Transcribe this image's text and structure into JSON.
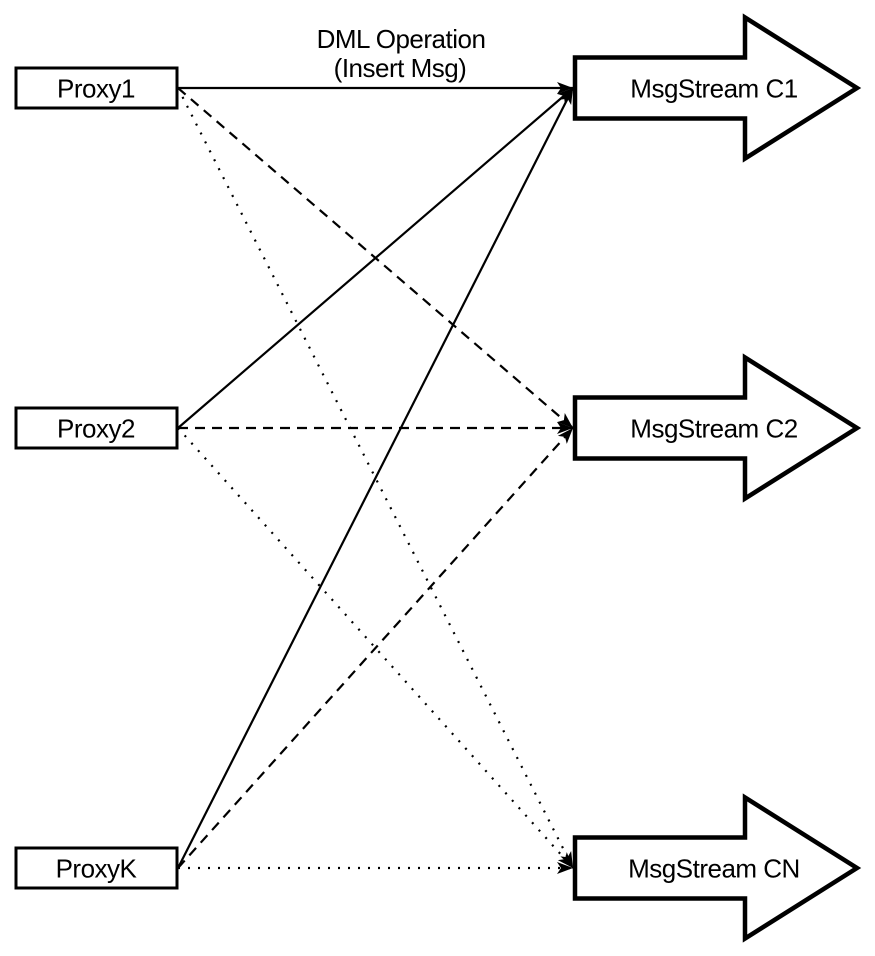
{
  "diagram": {
    "title": {
      "line1": "DML Operation",
      "line2": "(Insert Msg)"
    },
    "proxies": [
      {
        "label": "Proxy1"
      },
      {
        "label": "Proxy2"
      },
      {
        "label": "ProxyK"
      }
    ],
    "streams": [
      {
        "label": "MsgStream C1"
      },
      {
        "label": "MsgStream C2"
      },
      {
        "label": "MsgStream CN"
      }
    ],
    "edges": [
      {
        "from": "Proxy1",
        "to": "MsgStream C1",
        "style": "solid"
      },
      {
        "from": "Proxy2",
        "to": "MsgStream C1",
        "style": "solid"
      },
      {
        "from": "ProxyK",
        "to": "MsgStream C1",
        "style": "solid"
      },
      {
        "from": "Proxy1",
        "to": "MsgStream C2",
        "style": "dashed"
      },
      {
        "from": "Proxy2",
        "to": "MsgStream C2",
        "style": "dashed"
      },
      {
        "from": "ProxyK",
        "to": "MsgStream C2",
        "style": "dashed"
      },
      {
        "from": "Proxy1",
        "to": "MsgStream CN",
        "style": "dotted"
      },
      {
        "from": "Proxy2",
        "to": "MsgStream CN",
        "style": "dotted"
      },
      {
        "from": "ProxyK",
        "to": "MsgStream CN",
        "style": "dotted"
      }
    ],
    "colors": {
      "ink": "#000000",
      "surface": "#ffffff"
    }
  }
}
